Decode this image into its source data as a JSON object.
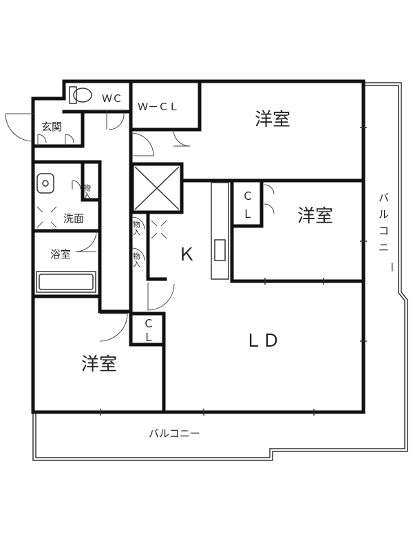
{
  "rooms": {
    "western_top": "洋室",
    "western_mid": "洋室",
    "western_bottom": "洋室",
    "wc": "ＷＣ",
    "wcl": "Ｗ－ＣＬ",
    "entrance": "玄関",
    "storage_1": "物入",
    "storage_2": "物入",
    "storage_3": "物入",
    "washroom": "洗面",
    "bathroom": "浴室",
    "kitchen": "Ｋ",
    "ld": "ＬＤ",
    "closet_mid_c": "Ｃ",
    "closet_mid_l": "Ｌ",
    "closet_bottom_c": "Ｃ",
    "closet_bottom_l": "Ｌ"
  },
  "balcony": {
    "bottom": "バルコニー",
    "right": [
      "バ",
      "ル",
      "コ",
      "ニ",
      "ー"
    ]
  }
}
